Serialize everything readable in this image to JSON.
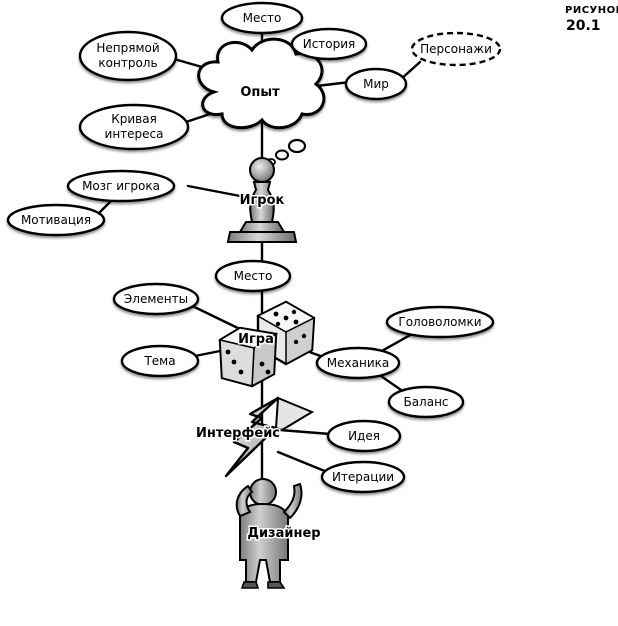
{
  "figure": {
    "caption_word": "РИСУНОК",
    "caption_number": "20.1"
  },
  "main_nodes": {
    "experience": "Опыт",
    "player": "Игрок",
    "game": "Игра",
    "interface": "Интерфейс",
    "designer": "Дизайнер"
  },
  "nodes": {
    "place_top": "Место",
    "indirect_control_1": "Непрямой",
    "indirect_control_2": "контроль",
    "story": "История",
    "characters": "Персонажи",
    "world": "Мир",
    "interest_curve_1": "Кривая",
    "interest_curve_2": "интереса",
    "player_brain": "Мозг игрока",
    "motivation": "Мотивация",
    "place_mid": "Место",
    "elements": "Элементы",
    "puzzles": "Головоломки",
    "theme": "Тема",
    "mechanics": "Механика",
    "balance": "Баланс",
    "idea": "Идея",
    "iterations": "Итерации"
  }
}
